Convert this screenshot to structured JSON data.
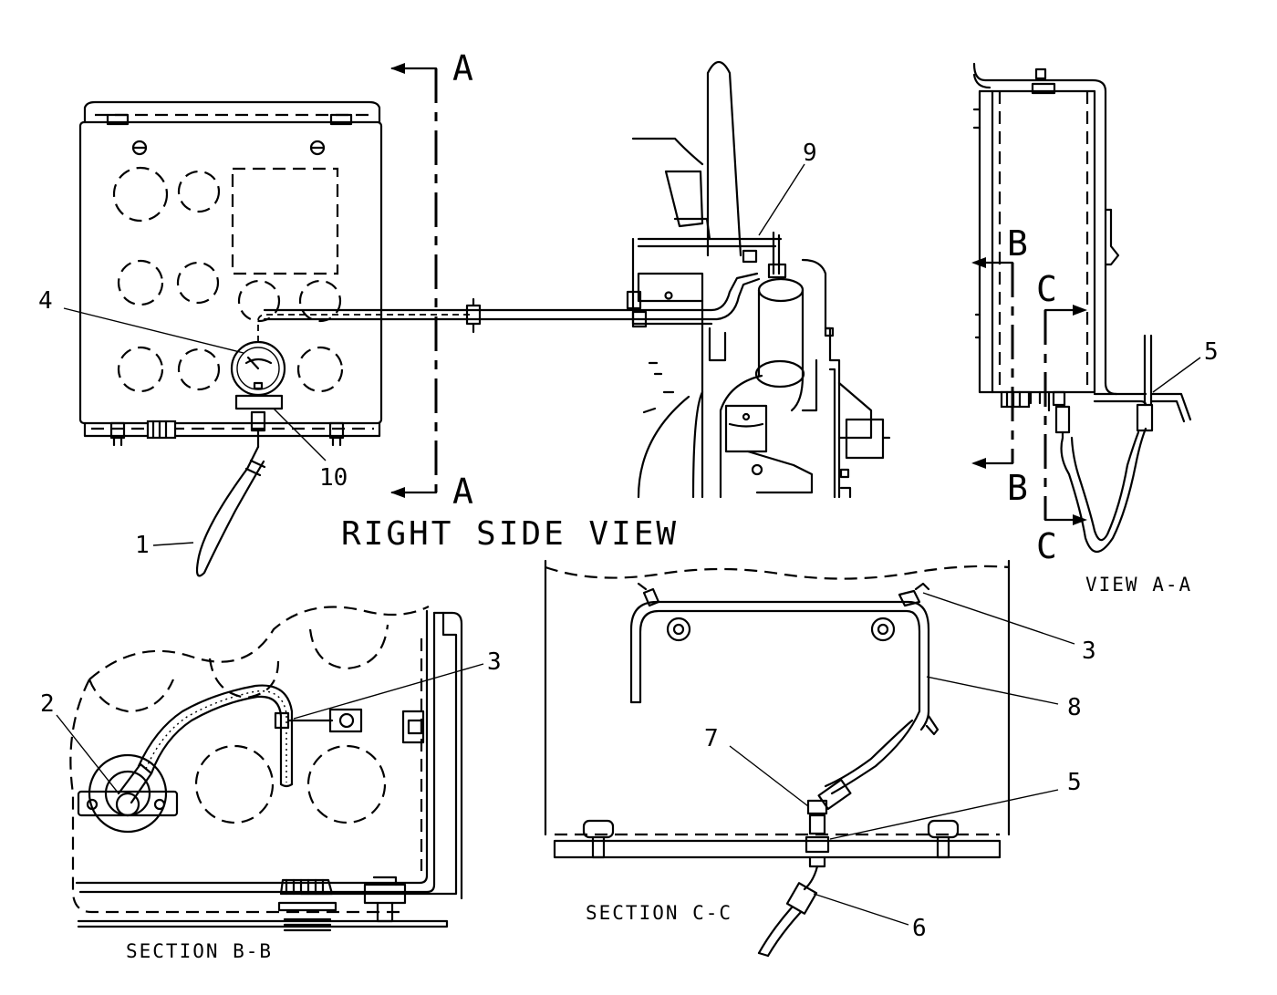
{
  "titles": {
    "right_side_view": "RIGHT SIDE VIEW",
    "view_aa": "VIEW A-A",
    "section_bb": "SECTION B-B",
    "section_cc": "SECTION C-C"
  },
  "section_markers": {
    "a_top": "A",
    "a_bottom": "A",
    "b_top": "B",
    "b_bottom": "B",
    "c_top": "C",
    "c_bottom": "C"
  },
  "callouts": {
    "rsv_4": "4",
    "rsv_10": "10",
    "rsv_1": "1",
    "rsv_9": "9",
    "vaa_5": "5",
    "sbb_2": "2",
    "sbb_3": "3",
    "scc_3": "3",
    "scc_8": "8",
    "scc_7": "7",
    "scc_5": "5",
    "scc_6": "6"
  }
}
